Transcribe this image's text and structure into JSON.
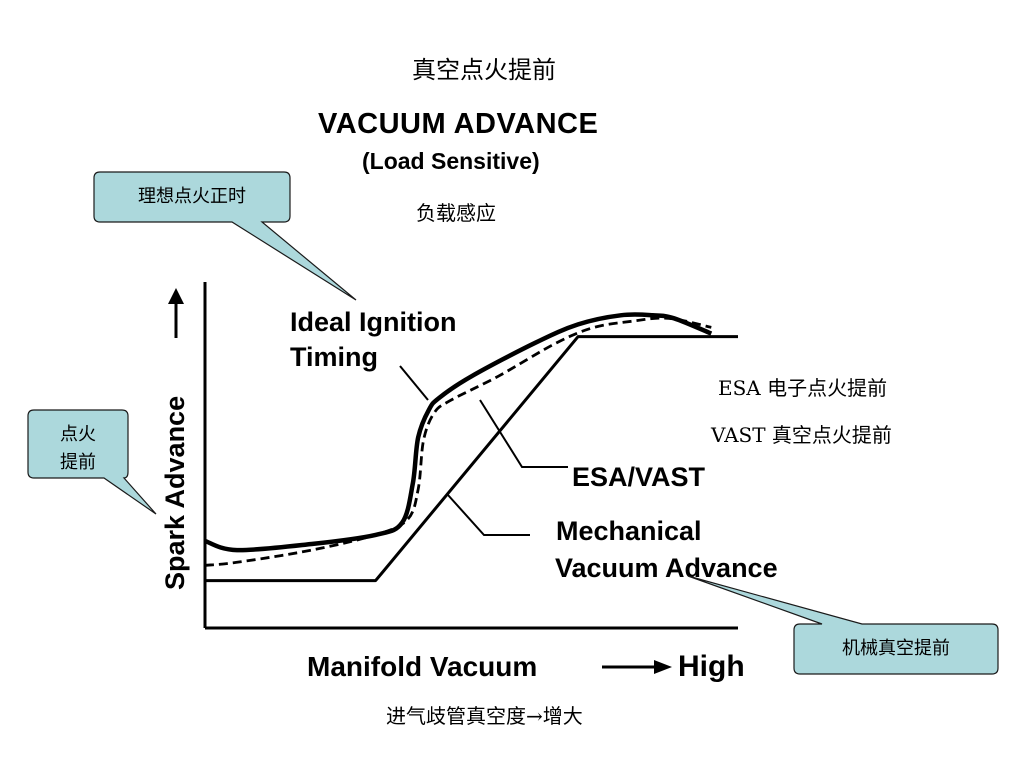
{
  "slide_title": "真空点火提前",
  "annotations": {
    "load_sensitive_cn": "负载感应",
    "esa_note": "ESA 电子点火提前",
    "vast_note": "VAST 真空点火提前",
    "xaxis_cn": "进气歧管真空度→增大"
  },
  "callouts": {
    "ideal_timing": "理想点火正时",
    "spark_advance_line1": "点火",
    "spark_advance_line2": "提前",
    "mechanical": "机械真空提前"
  },
  "colors": {
    "callout_fill": "#ACD8DC",
    "callout_stroke": "#1a1a1a",
    "curve": "#000000"
  },
  "chart_data": {
    "type": "line",
    "title": "VACUUM ADVANCE",
    "subtitle": "(Load Sensitive)",
    "xlabel": "Manifold Vacuum",
    "xlabel_suffix": "High",
    "ylabel": "Spark Advance",
    "xlim": [
      0,
      100
    ],
    "ylim": [
      0,
      100
    ],
    "grid": false,
    "series": [
      {
        "name": "Ideal Ignition Timing",
        "style": "solid-thick",
        "x": [
          0,
          6,
          20,
          32,
          37,
          39,
          40,
          42,
          44,
          50,
          62,
          70,
          78,
          84,
          88,
          95
        ],
        "y": [
          21,
          18,
          20,
          23,
          27,
          40,
          55,
          64,
          68,
          75,
          86,
          92,
          95,
          95,
          94,
          89
        ]
      },
      {
        "name": "ESA/VAST",
        "style": "dashed",
        "x": [
          0,
          6,
          20,
          32,
          38,
          40,
          41,
          43,
          46,
          55,
          66,
          73,
          80,
          87,
          95
        ],
        "y": [
          13,
          14,
          18,
          23,
          28,
          38,
          54,
          63,
          67,
          75,
          86,
          91,
          93,
          94,
          91
        ]
      },
      {
        "name": "Mechanical Vacuum Advance",
        "style": "solid",
        "x": [
          0,
          32,
          70,
          100
        ],
        "y": [
          8,
          8,
          88,
          88
        ]
      }
    ],
    "labels": {
      "ideal_line1": "Ideal Ignition",
      "ideal_line2": "Timing",
      "esa_vast": "ESA/VAST",
      "mech_line1": "Mechanical",
      "mech_line2": "Vacuum Advance"
    }
  }
}
